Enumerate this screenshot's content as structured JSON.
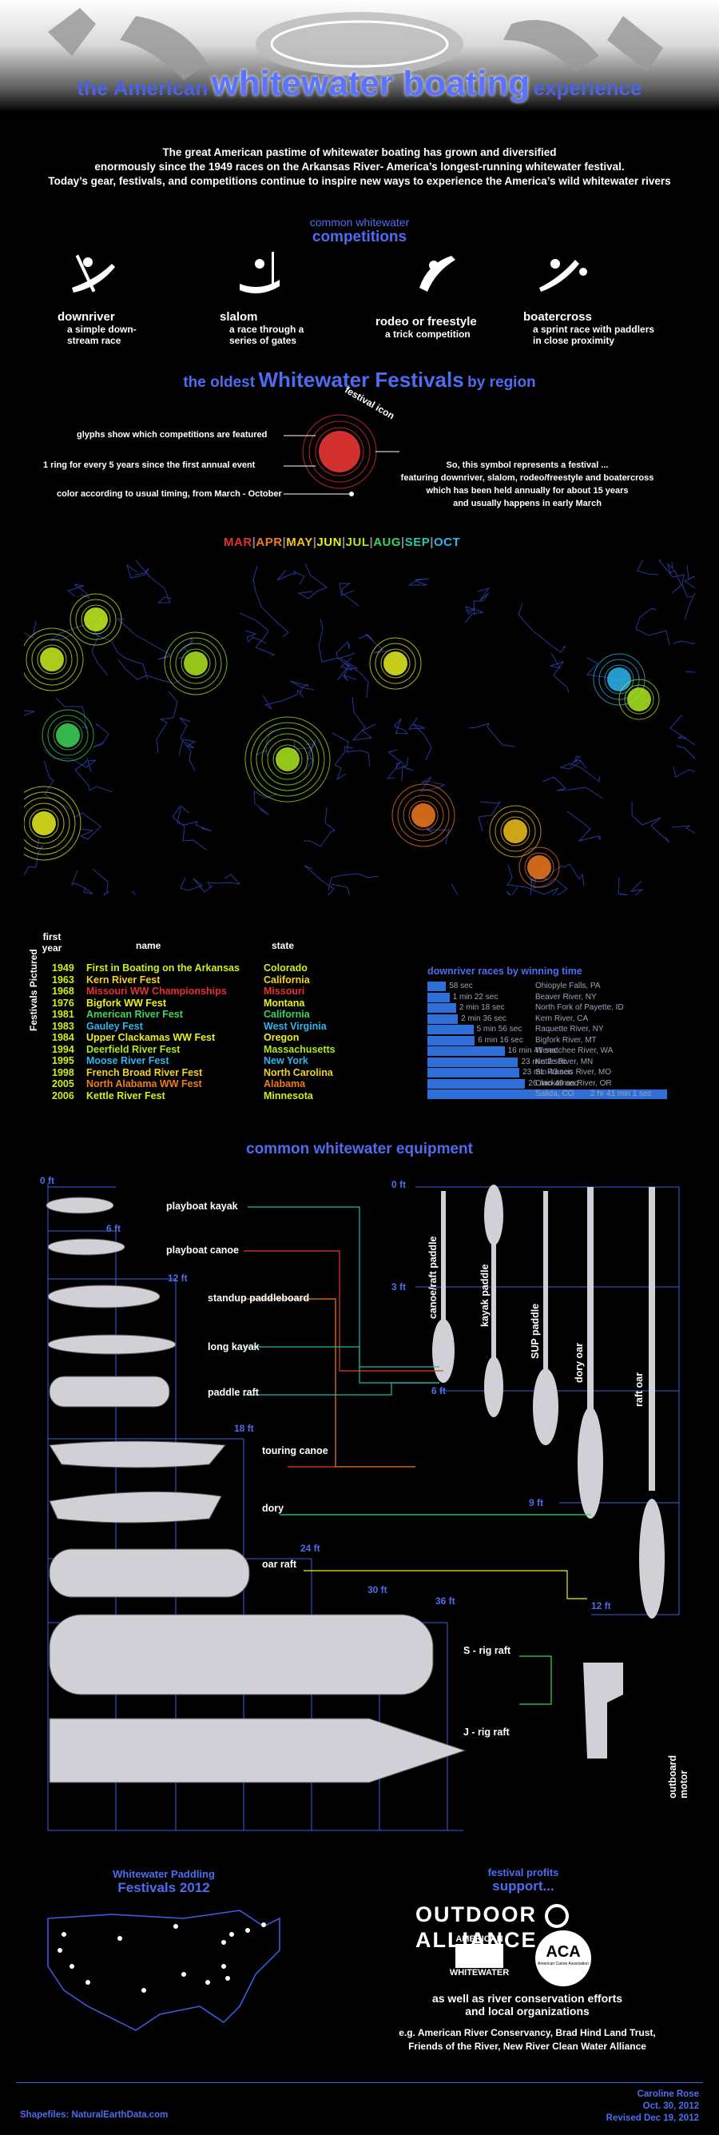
{
  "header": {
    "title_pre": "the American",
    "title_main": "whitewater boating",
    "title_post": "experience"
  },
  "intro": {
    "line1": "The great American pastime of whitewater boating has grown and diversified",
    "line2": "enormously since the 1949 races on the Arkansas River- America’s longest-running whitewater festival.",
    "line3": "Today’s gear, festivals, and competitions continue to inspire new ways to experience the America’s wild whitewater rivers"
  },
  "competitions": {
    "heading_small": "common whitewater",
    "heading_big": "competitions",
    "items": [
      {
        "name": "downriver",
        "desc1": "a simple down-",
        "desc2": "stream race"
      },
      {
        "name": "slalom",
        "desc1": "a race through a",
        "desc2": "series of gates"
      },
      {
        "name": "rodeo or freestyle",
        "desc1": "a trick competition",
        "desc2": ""
      },
      {
        "name": "boatercross",
        "desc1": "a sprint race with paddlers",
        "desc2": "in close proximity"
      }
    ]
  },
  "festivals": {
    "heading_pre": "the oldest",
    "heading_main": "Whitewater Festivals",
    "heading_post": "by region",
    "legend": {
      "icon_label": "festival icon",
      "glyphs": "glyphs show which competitions are featured",
      "rings": "1 ring for every 5 years since the first annual event",
      "color": "color according to usual timing, from March - October",
      "explain1": "So, this symbol represents a festival ...",
      "explain2": "featuring downriver, slalom, rodeo/freestyle and boatercross",
      "explain3": "which has been held annually for about 15 years",
      "explain4": "and usually happens in early March"
    },
    "months": [
      {
        "label": "MAR",
        "color": "#e53030"
      },
      {
        "label": "APR",
        "color": "#f07a20"
      },
      {
        "label": "MAY",
        "color": "#f3c21c"
      },
      {
        "label": "JUN",
        "color": "#e8f020"
      },
      {
        "label": "JUL",
        "color": "#aee81e"
      },
      {
        "label": "AUG",
        "color": "#3fd45a"
      },
      {
        "label": "SEP",
        "color": "#22c7b0"
      },
      {
        "label": "OCT",
        "color": "#2bb6f0"
      }
    ],
    "table_headers": {
      "year": "first year",
      "name": "name",
      "state": "state",
      "side": "Festivals Pictured"
    },
    "rows": [
      {
        "year": "1949",
        "name": "First in Boating on the Arkansas",
        "state": "Colorado",
        "color": "#c8f01e"
      },
      {
        "year": "1963",
        "name": "Kern River Fest",
        "state": "California",
        "color": "#f3d21c"
      },
      {
        "year": "1968",
        "name": "Missouri WW Championships",
        "state": "Missouri",
        "color": "#e53030"
      },
      {
        "year": "1976",
        "name": "Bigfork WW Fest",
        "state": "Montana",
        "color": "#e8f020"
      },
      {
        "year": "1981",
        "name": "American River Fest",
        "state": "California",
        "color": "#3fd45a"
      },
      {
        "year": "1983",
        "name": "Gauley Fest",
        "state": "West Virginia",
        "color": "#2bb6f0"
      },
      {
        "year": "1984",
        "name": "Upper Clackamas WW Fest",
        "state": "Oregon",
        "color": "#e8f020"
      },
      {
        "year": "1994",
        "name": "Deerfield River Fest",
        "state": "Massachusetts",
        "color": "#aee81e"
      },
      {
        "year": "1995",
        "name": "Moose River Fest",
        "state": "New York",
        "color": "#2bb6f0"
      },
      {
        "year": "1998",
        "name": "French Broad River Fest",
        "state": "North Carolina",
        "color": "#f3d21c"
      },
      {
        "year": "2005",
        "name": "North Alabama WW Fest",
        "state": "Alabama",
        "color": "#f07a20"
      },
      {
        "year": "2006",
        "name": "Kettle River Fest",
        "state": "Minnesota",
        "color": "#c8f01e"
      }
    ]
  },
  "races": {
    "title": "downriver races by winning time",
    "rows": [
      {
        "time": "58 sec",
        "place": "Ohiopyle Falls, PA",
        "seconds": 58
      },
      {
        "time": "1 min 22 sec",
        "place": "Beaver River, NY",
        "seconds": 82
      },
      {
        "time": "2 min 18 sec",
        "place": "North Fork of Payette, ID",
        "seconds": 138
      },
      {
        "time": "2 min 36 sec",
        "place": "Kern River, CA",
        "seconds": 156
      },
      {
        "time": "5 min 56 sec",
        "place": "Raquette River, NY",
        "seconds": 356
      },
      {
        "time": "6 min 16 sec",
        "place": "Bigfork River, MT",
        "seconds": 376
      },
      {
        "time": "16 min 41 sec",
        "place": "Wenatchee River, WA",
        "seconds": 1001
      },
      {
        "time": "23 min 2 sec",
        "place": "Kettle River, MN",
        "seconds": 1382
      },
      {
        "time": "23 min 43 sec",
        "place": "St. Francis River, MO",
        "seconds": 1423
      },
      {
        "time": "26 min 49 sec",
        "place": "Clackamas River, OR",
        "seconds": 1609
      },
      {
        "time": "2 hr 41 min 1 sec",
        "place": "Salida, CO",
        "seconds": 9661
      }
    ]
  },
  "equipment": {
    "heading": "common whitewater equipment",
    "boats": [
      "playboat kayak",
      "playboat canoe",
      "standup paddleboard",
      "long kayak",
      "paddle raft",
      "touring canoe",
      "dory",
      "oar raft",
      "S - rig raft",
      "J - rig raft"
    ],
    "paddles": [
      "canoe/raft paddle",
      "kayak paddle",
      "SUP paddle",
      "dory oar",
      "raft oar",
      "outboard motor"
    ],
    "ft_left": [
      "0 ft",
      "6 ft",
      "12 ft",
      "18 ft",
      "24 ft",
      "30 ft",
      "36 ft"
    ],
    "ft_right": [
      "0 ft",
      "3 ft",
      "6 ft",
      "9 ft",
      "12 ft"
    ]
  },
  "bottom": {
    "map_title1": "Whitewater Paddling",
    "map_title2": "Festivals 2012",
    "profits1": "festival profits",
    "profits2": "support...",
    "outdoor_left": "OUTDOOR",
    "outdoor_right": "ALLIANCE",
    "aw_top": "AMERICAN",
    "aw_bottom": "WHITEWATER",
    "aca_text": "ACA",
    "aca_sub": "American Canoe Association",
    "as_well1": "as well as river conservation efforts",
    "as_well2": "and local organizations",
    "eg1": "e.g. American River Conservancy, Brad Hind Land Trust,",
    "eg2": "Friends of the River, New River Clean Water Alliance"
  },
  "footer": {
    "shapefiles": "Shapefiles: NaturalEarthData.com",
    "author": "Caroline Rose",
    "date1": "Oct. 30, 2012",
    "date2": "Revised Dec 19, 2012"
  }
}
